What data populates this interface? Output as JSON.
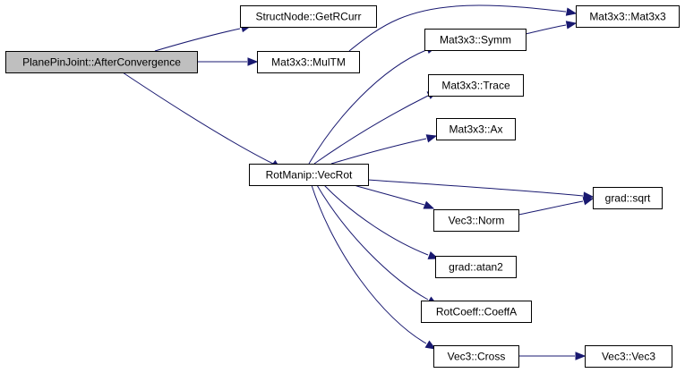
{
  "diagram": {
    "type": "call-graph",
    "colors": {
      "edge": "#191970",
      "node_border": "#000000",
      "node_fill": "#ffffff",
      "root_fill": "#bfbfbf"
    },
    "nodes": [
      {
        "id": "n_root",
        "label": "PlanePinJoint::AfterConvergence",
        "root": true
      },
      {
        "id": "n_getrcurr",
        "label": "StructNode::GetRCurr"
      },
      {
        "id": "n_multm",
        "label": "Mat3x3::MulTM"
      },
      {
        "id": "n_mat3x3",
        "label": "Mat3x3::Mat3x3"
      },
      {
        "id": "n_symm",
        "label": "Mat3x3::Symm"
      },
      {
        "id": "n_trace",
        "label": "Mat3x3::Trace"
      },
      {
        "id": "n_ax",
        "label": "Mat3x3::Ax"
      },
      {
        "id": "n_vecrot",
        "label": "RotManip::VecRot"
      },
      {
        "id": "n_sqrt",
        "label": "grad::sqrt"
      },
      {
        "id": "n_norm",
        "label": "Vec3::Norm"
      },
      {
        "id": "n_atan2",
        "label": "grad::atan2"
      },
      {
        "id": "n_coeffa",
        "label": "RotCoeff::CoeffA"
      },
      {
        "id": "n_cross",
        "label": "Vec3::Cross"
      },
      {
        "id": "n_vec3",
        "label": "Vec3::Vec3"
      }
    ],
    "edges": [
      {
        "from": "n_root",
        "to": "n_getrcurr"
      },
      {
        "from": "n_root",
        "to": "n_multm"
      },
      {
        "from": "n_root",
        "to": "n_vecrot"
      },
      {
        "from": "n_multm",
        "to": "n_mat3x3"
      },
      {
        "from": "n_symm",
        "to": "n_mat3x3"
      },
      {
        "from": "n_vecrot",
        "to": "n_symm"
      },
      {
        "from": "n_vecrot",
        "to": "n_trace"
      },
      {
        "from": "n_vecrot",
        "to": "n_ax"
      },
      {
        "from": "n_vecrot",
        "to": "n_sqrt"
      },
      {
        "from": "n_vecrot",
        "to": "n_norm"
      },
      {
        "from": "n_vecrot",
        "to": "n_atan2"
      },
      {
        "from": "n_vecrot",
        "to": "n_coeffa"
      },
      {
        "from": "n_vecrot",
        "to": "n_cross"
      },
      {
        "from": "n_norm",
        "to": "n_sqrt"
      },
      {
        "from": "n_cross",
        "to": "n_vec3"
      }
    ]
  }
}
